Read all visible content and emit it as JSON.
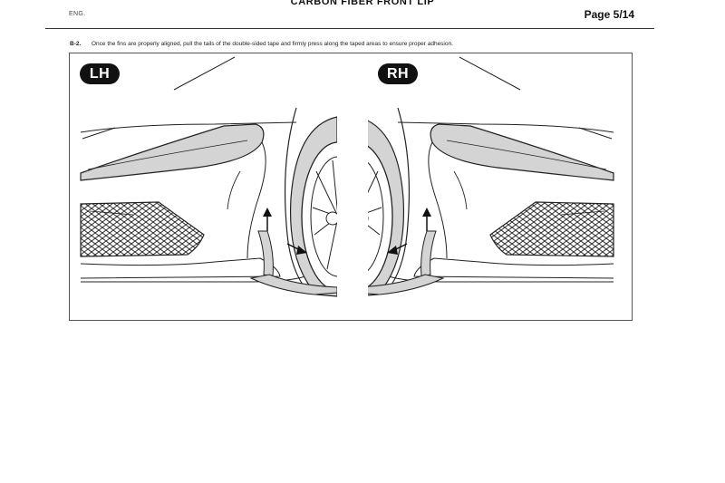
{
  "header": {
    "language": "ENG.",
    "title": "CARBON FIBER FRONT LIP",
    "page": "Page 5/14"
  },
  "step": {
    "number": "B-2.",
    "text": "Once the fins are properly aligned, pull the tails of the double-sided tape and firmly press along the taped areas to ensure proper adhesion."
  },
  "figure": {
    "left_label": "LH",
    "right_label": "RH"
  },
  "colors": {
    "ink": "#111111",
    "fill_gray": "#d4d4d4",
    "background": "#ffffff"
  }
}
